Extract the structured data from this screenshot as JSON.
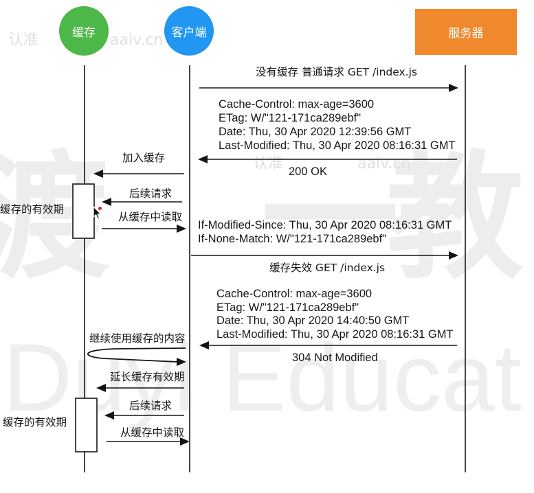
{
  "participants": {
    "cache": {
      "label": "缓存",
      "color": "#4CB848"
    },
    "client": {
      "label": "客户端",
      "color": "#2196F3"
    },
    "server": {
      "label": "服务器",
      "color": "#F0882D"
    }
  },
  "messages": {
    "request_no_cache": "没有缓存 普通请求 GET /index.js",
    "response_1": {
      "headers": [
        "Cache-Control: max-age=3600",
        "ETag: W/\"121-171ca289ebf\"",
        "Date: Thu, 30 Apr 2020 12:39:56 GMT",
        "Last-Modified: Thu, 30 Apr 2020 08:16:31 GMT"
      ],
      "status": "200 OK"
    },
    "add_to_cache": "加入缓存",
    "subsequent_request_1": "后续请求",
    "read_from_cache_1": "从缓存中读取",
    "conditional_request": {
      "headers": [
        "If-Modified-Since: Thu, 30 Apr 2020 08:16:31 GMT",
        "If-None-Match: W/\"121-171ca289ebf\""
      ],
      "label": "缓存失效 GET /index.js"
    },
    "response_2": {
      "headers": [
        "Cache-Control: max-age=3600",
        "ETag: W/\"121-171ca289ebf\"",
        "Date: Thu, 30 Apr 2020 14:40:50 GMT",
        "Last-Modified: Thu, 30 Apr 2020 08:16:31 GMT"
      ],
      "status": "304 Not Modified"
    },
    "continue_using_cache": "继续使用缓存的内容",
    "extend_cache_validity": "延长缓存有效期",
    "subsequent_request_2": "后续请求",
    "read_from_cache_2": "从缓存中读取"
  },
  "activation_labels": [
    "缓存的有效期",
    "缓存的有效期"
  ],
  "watermark": {
    "large_chars": [
      "渡",
      "一",
      "教"
    ],
    "large_text": "Duyi Educat",
    "small": [
      "认准",
      "aaiv.cn"
    ]
  }
}
